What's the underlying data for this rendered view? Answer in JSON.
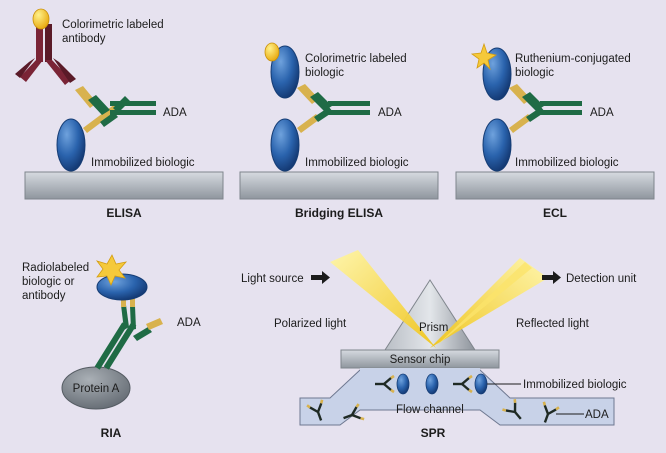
{
  "panels": {
    "elisa": {
      "title": "ELISA",
      "label_labeled_antibody": [
        "Colorimetric labeled",
        "antibody"
      ],
      "label_ada": "ADA",
      "label_immobilized": "Immobilized biologic"
    },
    "bridging": {
      "title": "Bridging ELISA",
      "label_labeled_biologic": [
        "Colorimetric labeled",
        "biologic"
      ],
      "label_ada": "ADA",
      "label_immobilized": "Immobilized biologic"
    },
    "ecl": {
      "title": "ECL",
      "label_ruthenium": [
        "Ruthenium-conjugated",
        "biologic"
      ],
      "label_ada": "ADA",
      "label_immobilized": "Immobilized biologic"
    },
    "ria": {
      "title": "RIA",
      "label_radiolabeled": [
        "Radiolabeled",
        "biologic or",
        "antibody"
      ],
      "label_ada": "ADA",
      "label_protein_a": "Protein A"
    },
    "spr": {
      "title": "SPR",
      "light_source": "Light source",
      "detection_unit": "Detection unit",
      "polarized_light": "Polarized light",
      "reflected_light": "Reflected light",
      "prism": "Prism",
      "sensor_chip": "Sensor chip",
      "flow_channel": "Flow channel",
      "immobilized": "Immobilized biologic",
      "ada": "ADA"
    }
  },
  "colors": {
    "background": "#e6e2ef",
    "ada_green": "#1f6b45",
    "ada_tip": "#d8b24e",
    "biologic_blue": "#1e5aa8",
    "label_yellow": "#f2bf16",
    "antibody_maroon": "#7a2436",
    "plate_gray": "#aab0b8",
    "protein_a_gray": "#7e858d",
    "beam_yellow": "#f5d640"
  }
}
